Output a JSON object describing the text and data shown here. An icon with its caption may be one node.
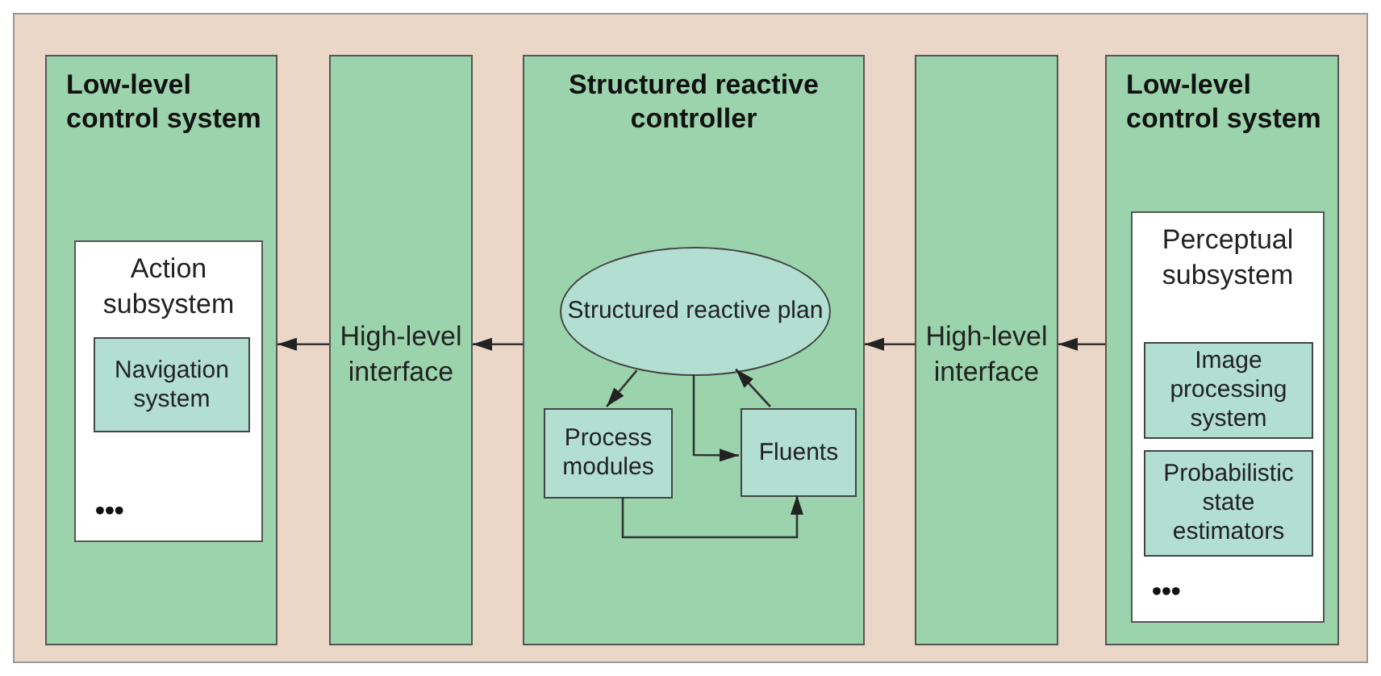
{
  "diagram": {
    "nodes": [
      {
        "text": [
          "Low-level control system"
        ]
      },
      {
        "text": [
          "Action subsystem",
          "•••"
        ],
        "in": 0
      },
      {
        "text": [
          "Navigation system"
        ],
        "in": 1
      },
      {
        "text": [
          "High-level interface"
        ]
      },
      {
        "text": [
          "Structured reactive controller"
        ]
      },
      {
        "text": [
          "Structured reactive plan"
        ],
        "in": 4
      },
      {
        "text": [
          "Process modules"
        ],
        "in": 4
      },
      {
        "text": [
          "Fluents"
        ],
        "in": 4
      },
      {
        "text": [
          "High-level interface"
        ]
      },
      {
        "text": [
          "Low-level control system"
        ]
      },
      {
        "text": [
          "Perceptual subsystem",
          "•••"
        ],
        "in": 9
      },
      {
        "text": [
          "Image processing system"
        ],
        "in": 10
      },
      {
        "text": [
          "Probabilistic state estimators"
        ],
        "in": 10
      }
    ],
    "edges": [
      {
        "from": 9,
        "to": 8,
        "arrow": "to"
      },
      {
        "from": 8,
        "to": 4,
        "arrow": "to"
      },
      {
        "from": 4,
        "to": 3,
        "arrow": "to"
      },
      {
        "from": 3,
        "to": 0,
        "arrow": "to"
      },
      {
        "from": 5,
        "to": 6,
        "arrow": "to"
      },
      {
        "from": 7,
        "to": 5,
        "arrow": "to"
      },
      {
        "from": 5,
        "to": 7,
        "arrow": "to"
      },
      {
        "from": 6,
        "to": 7,
        "arrow": "to"
      }
    ]
  }
}
